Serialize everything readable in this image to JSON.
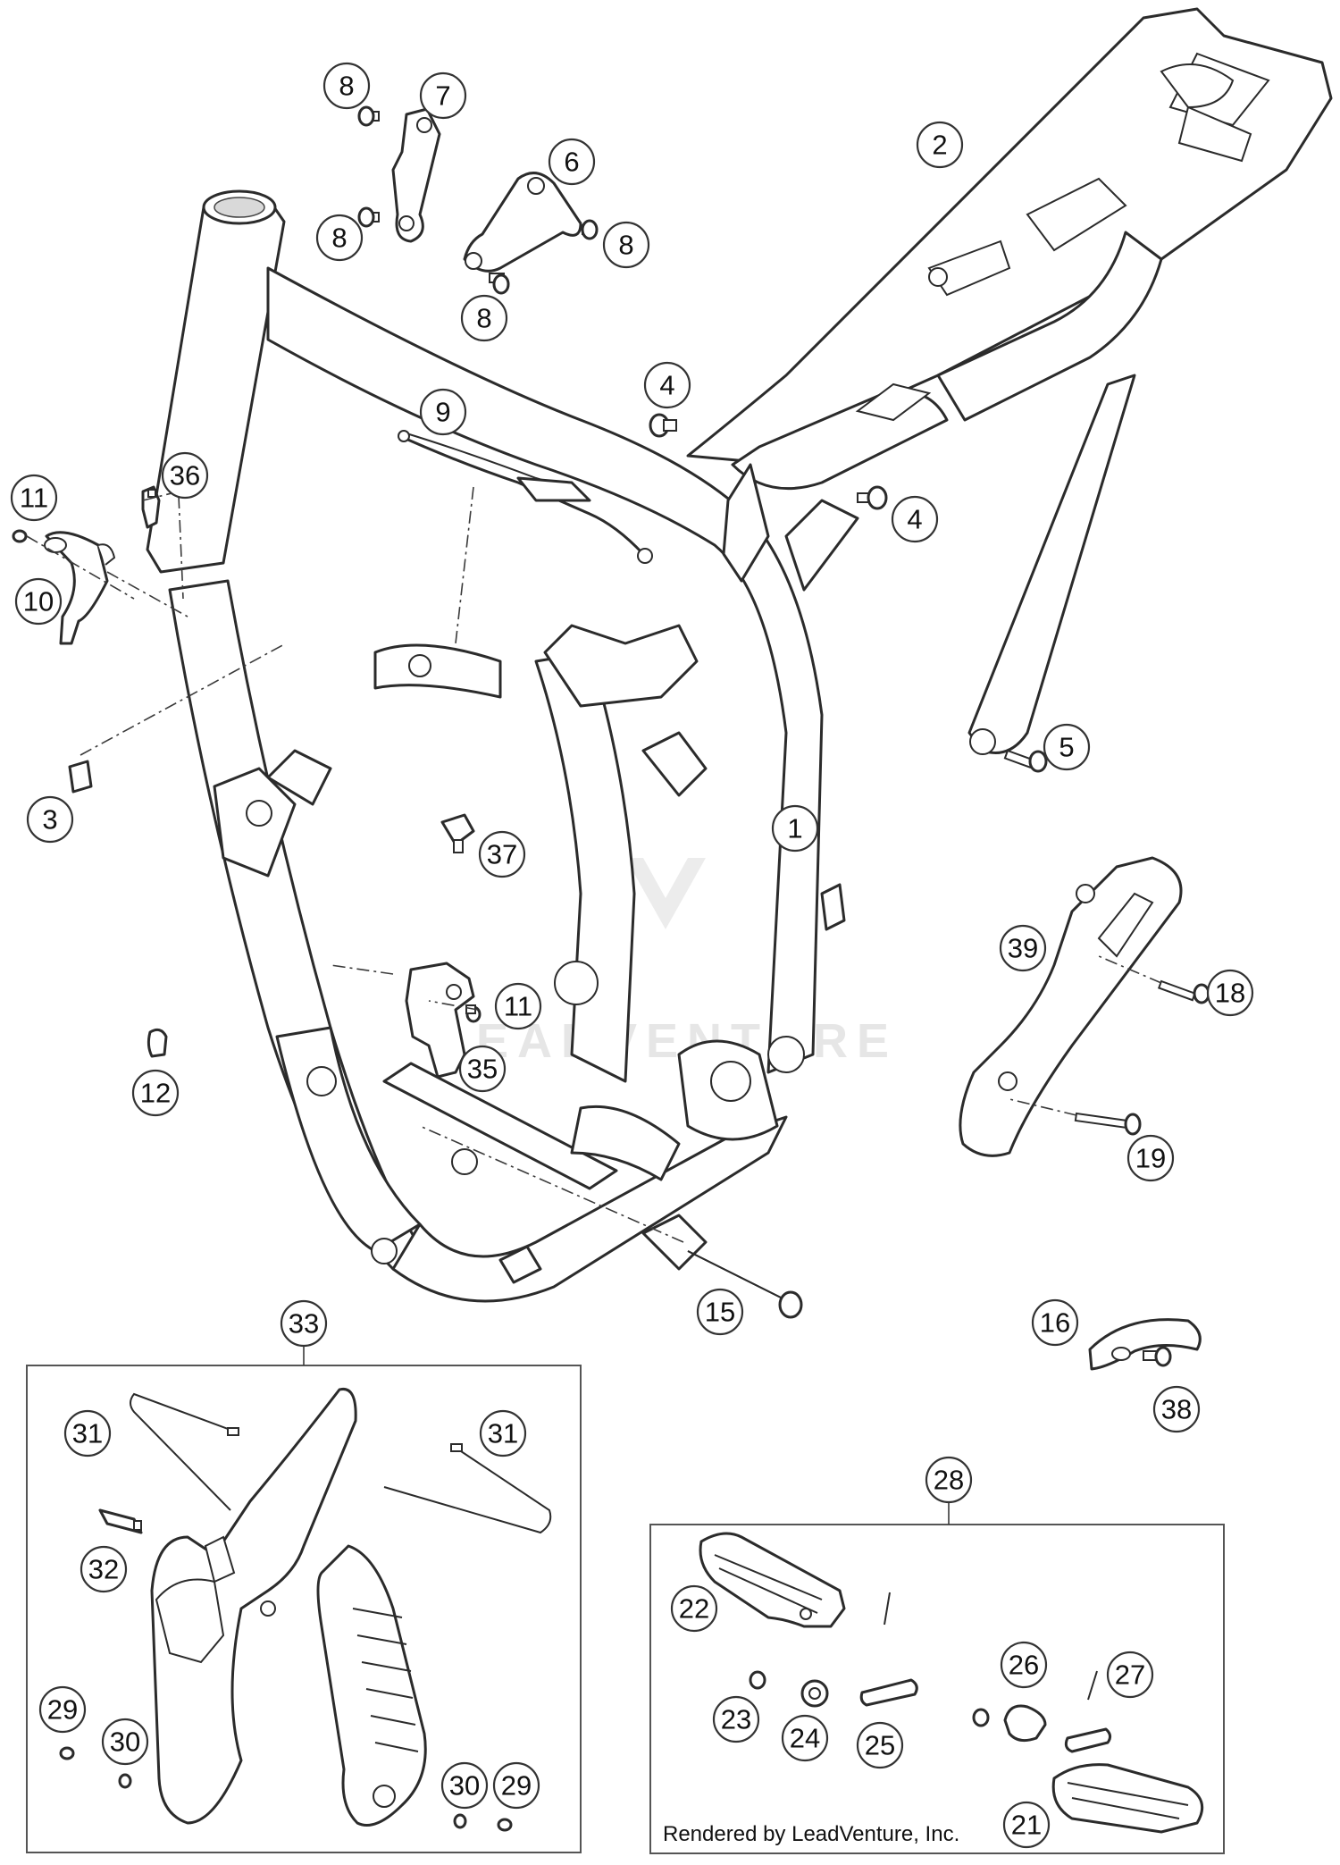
{
  "watermark": {
    "text": "LEADVENTURE"
  },
  "credit": {
    "text": "Rendered by LeadVenture, Inc."
  },
  "callouts": [
    "1",
    "2",
    "3",
    "4",
    "4",
    "5",
    "6",
    "7",
    "8",
    "8",
    "8",
    "8",
    "9",
    "10",
    "11",
    "11",
    "12",
    "15",
    "16",
    "18",
    "19",
    "21",
    "22",
    "23",
    "24",
    "25",
    "26",
    "27",
    "28",
    "29",
    "29",
    "30",
    "30",
    "31",
    "31",
    "32",
    "33",
    "35",
    "36",
    "37",
    "38",
    "39"
  ]
}
